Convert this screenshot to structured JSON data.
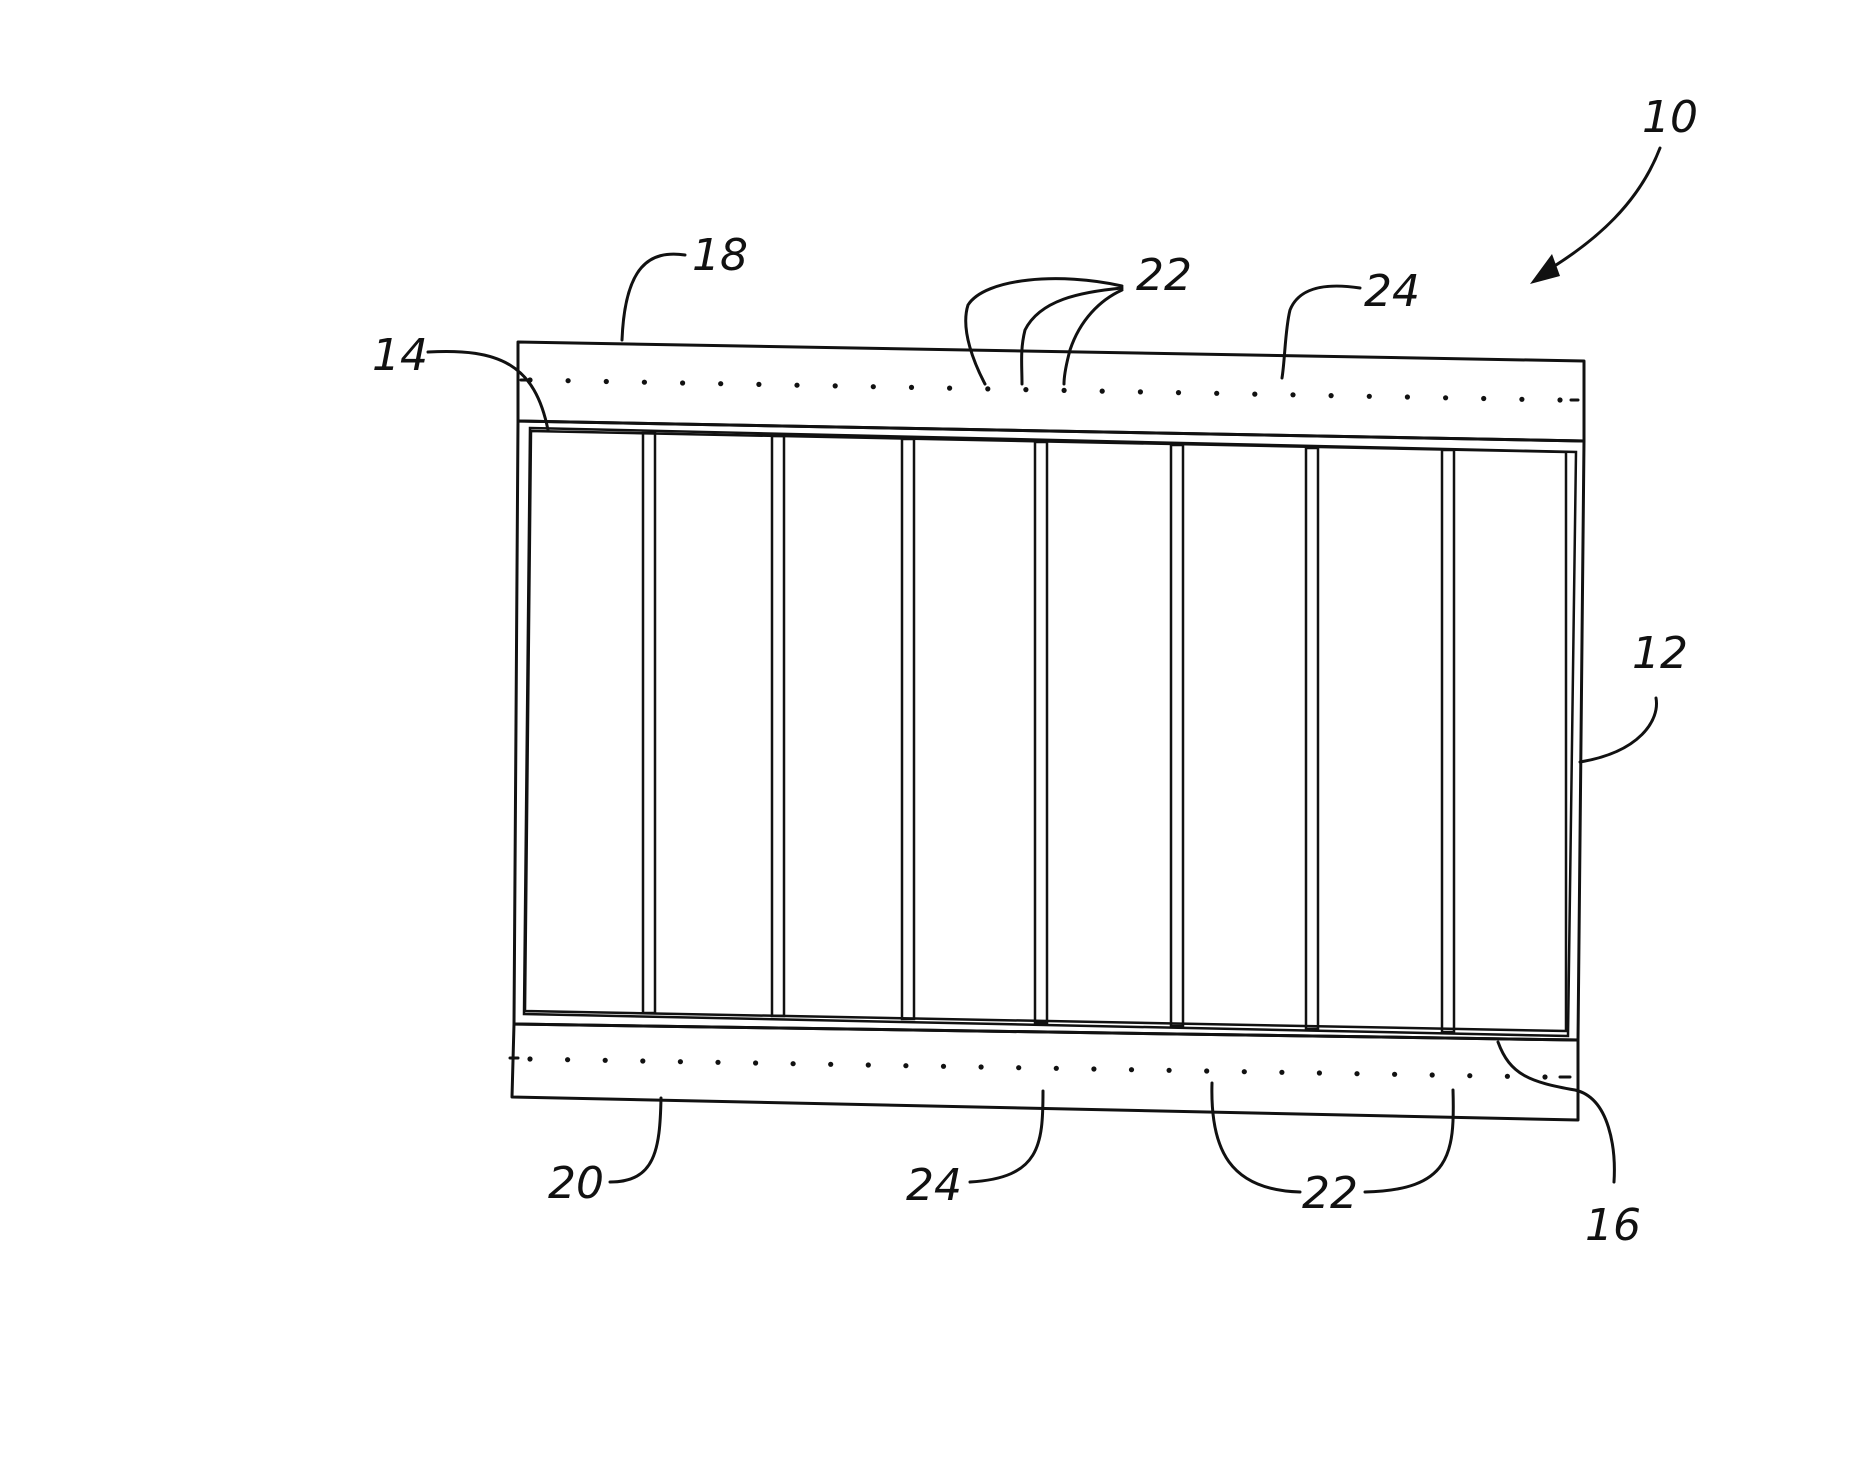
{
  "labels": {
    "ref_10": "10",
    "ref_12": "12",
    "ref_14": "14",
    "ref_16": "16",
    "ref_18": "18",
    "ref_20": "20",
    "ref_22_top": "22",
    "ref_22_bottom": "22",
    "ref_24_top": "24",
    "ref_24_bottom": "24"
  },
  "colors": {
    "line": "#111111",
    "background": "#ffffff"
  },
  "diagram": {
    "divider_count": 7,
    "cell_count": 8
  }
}
